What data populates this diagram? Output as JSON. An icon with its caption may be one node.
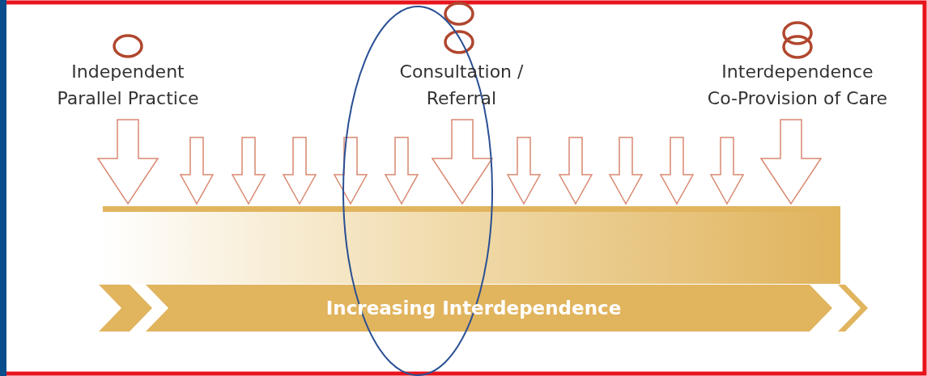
{
  "diagram": {
    "nodes": [
      {
        "text": [
          "Increasing Interdependence"
        ]
      }
    ],
    "labels": [
      "Independent Parallel Practice",
      "Consultation / Referral",
      "Interdependence Co-Provision of Care"
    ]
  }
}
